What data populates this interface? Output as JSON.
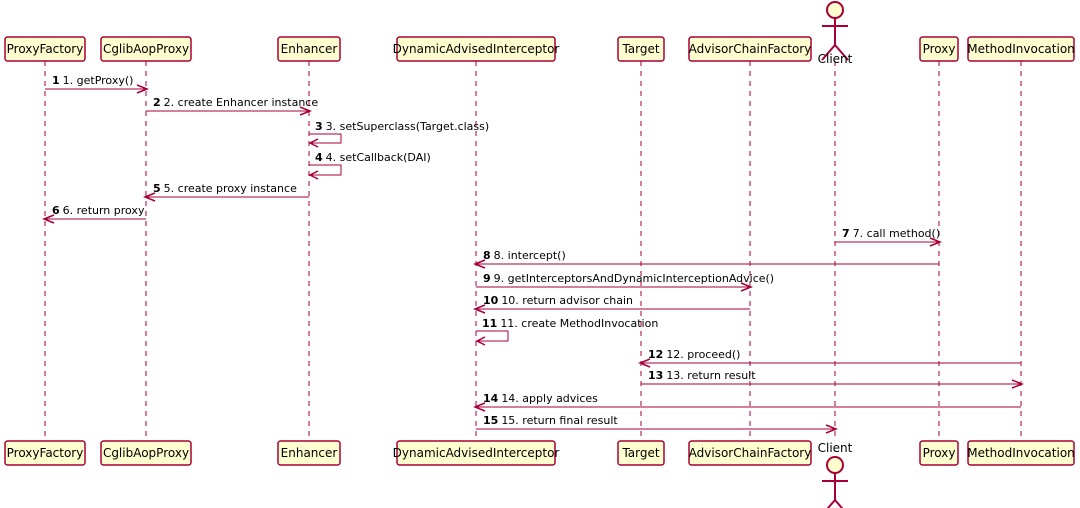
{
  "diagram_type": "sequence",
  "colors": {
    "box_fill": "#FEFECE",
    "line": "#A80036"
  },
  "participants": [
    {
      "id": "proxyfactory",
      "label": "ProxyFactory",
      "kind": "box"
    },
    {
      "id": "cglibaopproxy",
      "label": "CglibAopProxy",
      "kind": "box"
    },
    {
      "id": "enhancer",
      "label": "Enhancer",
      "kind": "box"
    },
    {
      "id": "dai",
      "label": "DynamicAdvisedInterceptor",
      "kind": "box"
    },
    {
      "id": "target",
      "label": "Target",
      "kind": "box"
    },
    {
      "id": "advisorchainfactory",
      "label": "AdvisorChainFactory",
      "kind": "box"
    },
    {
      "id": "client",
      "label": "Client",
      "kind": "actor"
    },
    {
      "id": "proxy",
      "label": "Proxy",
      "kind": "box"
    },
    {
      "id": "methodinvocation",
      "label": "MethodInvocation",
      "kind": "box"
    }
  ],
  "messages": [
    {
      "num": "1",
      "text": "1. getProxy()",
      "from": "proxyfactory",
      "to": "cglibaopproxy"
    },
    {
      "num": "2",
      "text": "2. create Enhancer instance",
      "from": "cglibaopproxy",
      "to": "enhancer"
    },
    {
      "num": "3",
      "text": "3. setSuperclass(Target.class)",
      "from": "enhancer",
      "to": "enhancer"
    },
    {
      "num": "4",
      "text": "4. setCallback(DAI)",
      "from": "enhancer",
      "to": "enhancer"
    },
    {
      "num": "5",
      "text": "5. create proxy instance",
      "from": "enhancer",
      "to": "cglibaopproxy"
    },
    {
      "num": "6",
      "text": "6. return proxy",
      "from": "cglibaopproxy",
      "to": "proxyfactory"
    },
    {
      "num": "7",
      "text": "7. call method()",
      "from": "client",
      "to": "proxy"
    },
    {
      "num": "8",
      "text": "8. intercept()",
      "from": "proxy",
      "to": "dai"
    },
    {
      "num": "9",
      "text": "9. getInterceptorsAndDynamicInterceptionAdvice()",
      "from": "dai",
      "to": "advisorchainfactory"
    },
    {
      "num": "10",
      "text": "10. return advisor chain",
      "from": "advisorchainfactory",
      "to": "dai"
    },
    {
      "num": "11",
      "text": "11. create MethodInvocation",
      "from": "dai",
      "to": "dai"
    },
    {
      "num": "12",
      "text": "12. proceed()",
      "from": "methodinvocation",
      "to": "target"
    },
    {
      "num": "13",
      "text": "13. return result",
      "from": "target",
      "to": "methodinvocation"
    },
    {
      "num": "14",
      "text": "14. apply advices",
      "from": "methodinvocation",
      "to": "dai"
    },
    {
      "num": "15",
      "text": "15. return final result",
      "from": "dai",
      "to": "client"
    }
  ]
}
